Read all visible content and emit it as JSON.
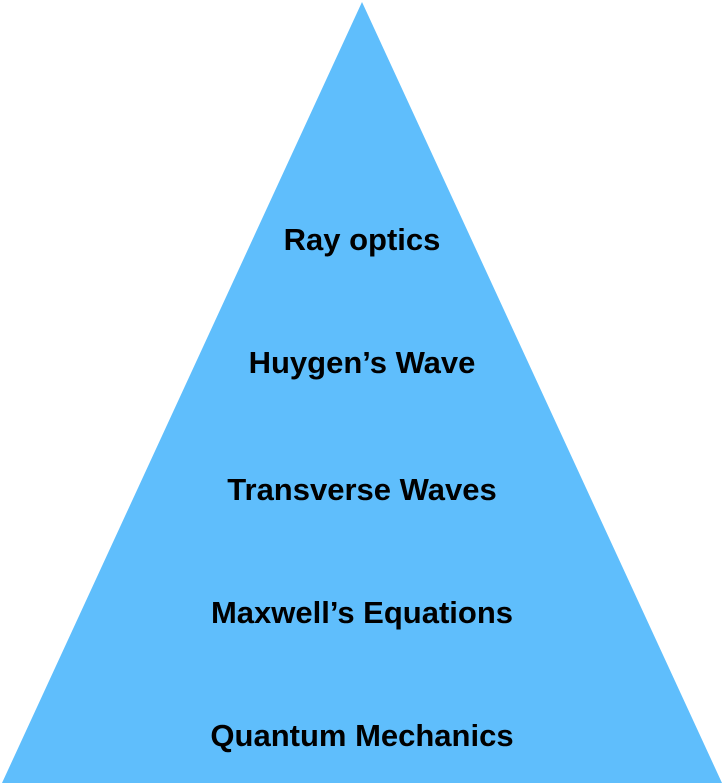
{
  "diagram": {
    "shape": "pyramid",
    "fill_color": "#5fbefc",
    "levels": [
      {
        "label": "Ray optics"
      },
      {
        "label": "Huygen’s Wave"
      },
      {
        "label": "Transverse Waves"
      },
      {
        "label": "Maxwell’s Equations"
      },
      {
        "label": "Quantum Mechanics"
      }
    ]
  }
}
